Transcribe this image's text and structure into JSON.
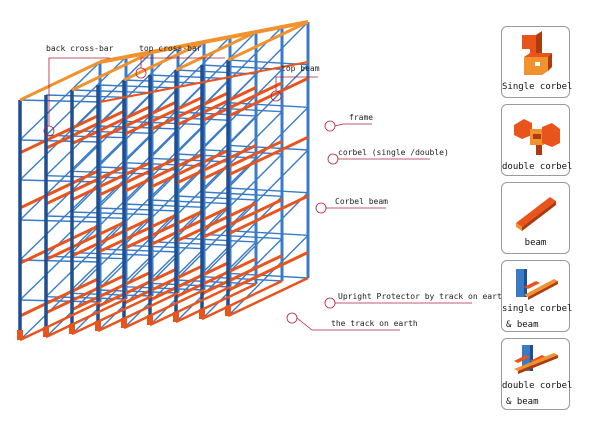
{
  "colors": {
    "upright": "#3a7bc8",
    "upright_dark": "#1f4f91",
    "beam": "#e8541c",
    "top": "#f0922e",
    "callout": "#b0203a"
  },
  "callouts": {
    "back_cross_bar": "back cross-bar",
    "top_cross_bar": "top cross-bar",
    "top_beam": "top beam",
    "frame": "frame",
    "corbel": "corbel (single /double)",
    "corbel_beam": "Corbel beam",
    "upright_protector": "Upright Protector by track on earth",
    "track": "the track on earth"
  },
  "legend": [
    {
      "label": "Single corbel",
      "icon": "single-corbel-icon"
    },
    {
      "label": "double corbel",
      "icon": "double-corbel-icon"
    },
    {
      "label": "beam",
      "icon": "beam-icon"
    },
    {
      "label_line1": "single corbel",
      "label_line2": "& beam",
      "icon": "single-corbel-beam-icon"
    },
    {
      "label_line1": "double corbel",
      "label_line2": "& beam",
      "icon": "double-corbel-beam-icon"
    }
  ]
}
